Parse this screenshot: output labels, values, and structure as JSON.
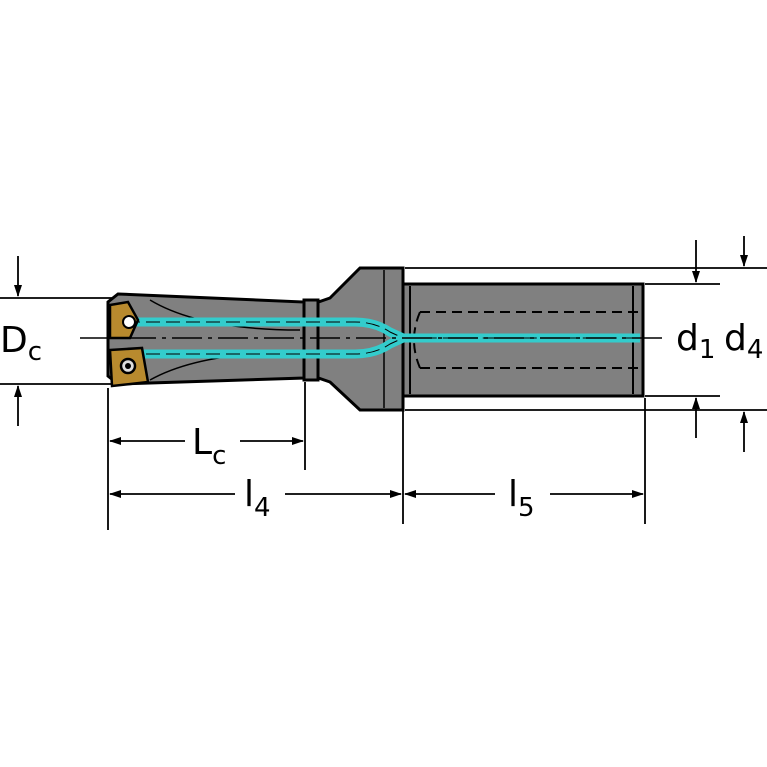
{
  "labels": {
    "Dc": {
      "main": "D",
      "sub": "c"
    },
    "Lc": {
      "main": "L",
      "sub": "c"
    },
    "l4": {
      "main": "l",
      "sub": "4"
    },
    "l5": {
      "main": "l",
      "sub": "5"
    },
    "d1": {
      "main": "d",
      "sub": "1"
    },
    "d4": {
      "main": "d",
      "sub": "4"
    }
  },
  "colors": {
    "body": "#808080",
    "coolant": "#33cccc",
    "insert": "#b88a2e",
    "line": "#000000"
  }
}
